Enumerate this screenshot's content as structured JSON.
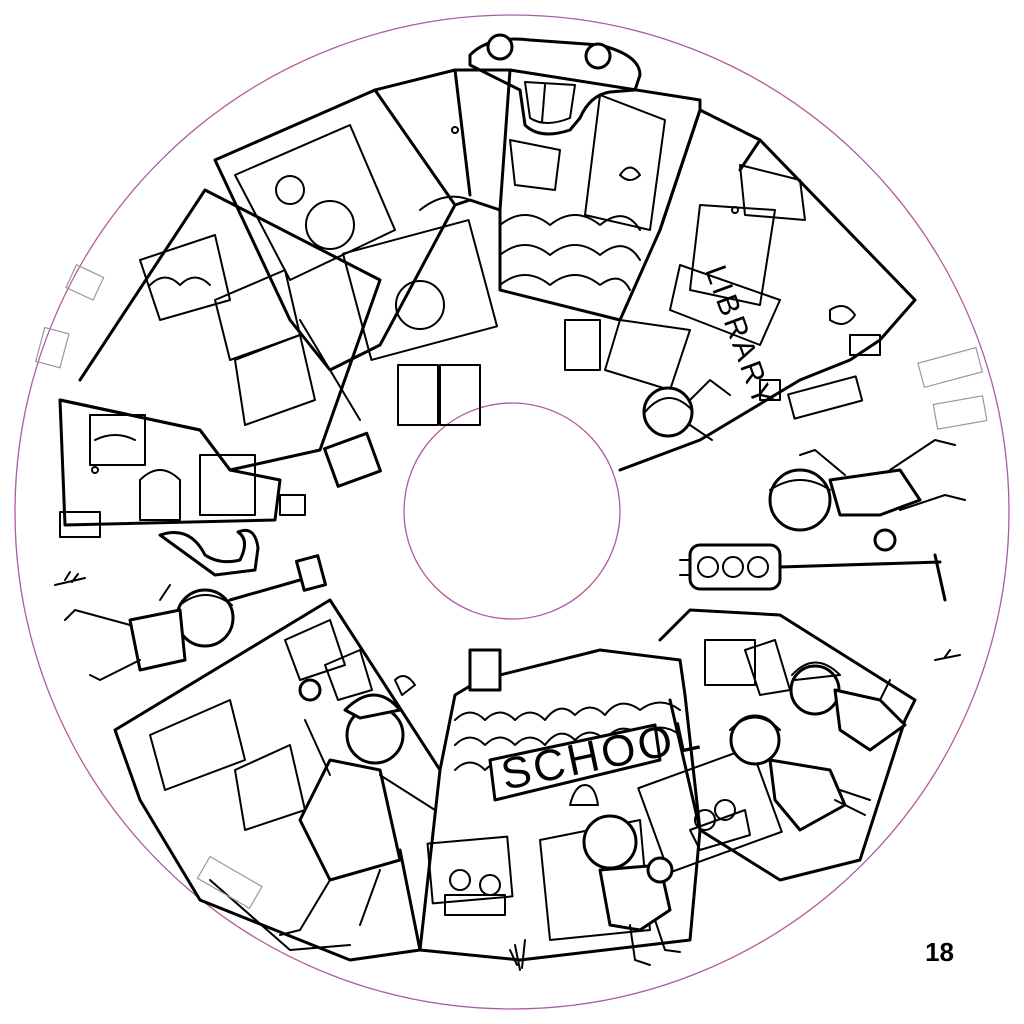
{
  "signs": {
    "school": "SCHOOL",
    "library": "LIBRARY"
  },
  "page_number": "18",
  "colors": {
    "ink": "#000000",
    "cut_line": "#b05aa0",
    "paper": "#ffffff"
  }
}
